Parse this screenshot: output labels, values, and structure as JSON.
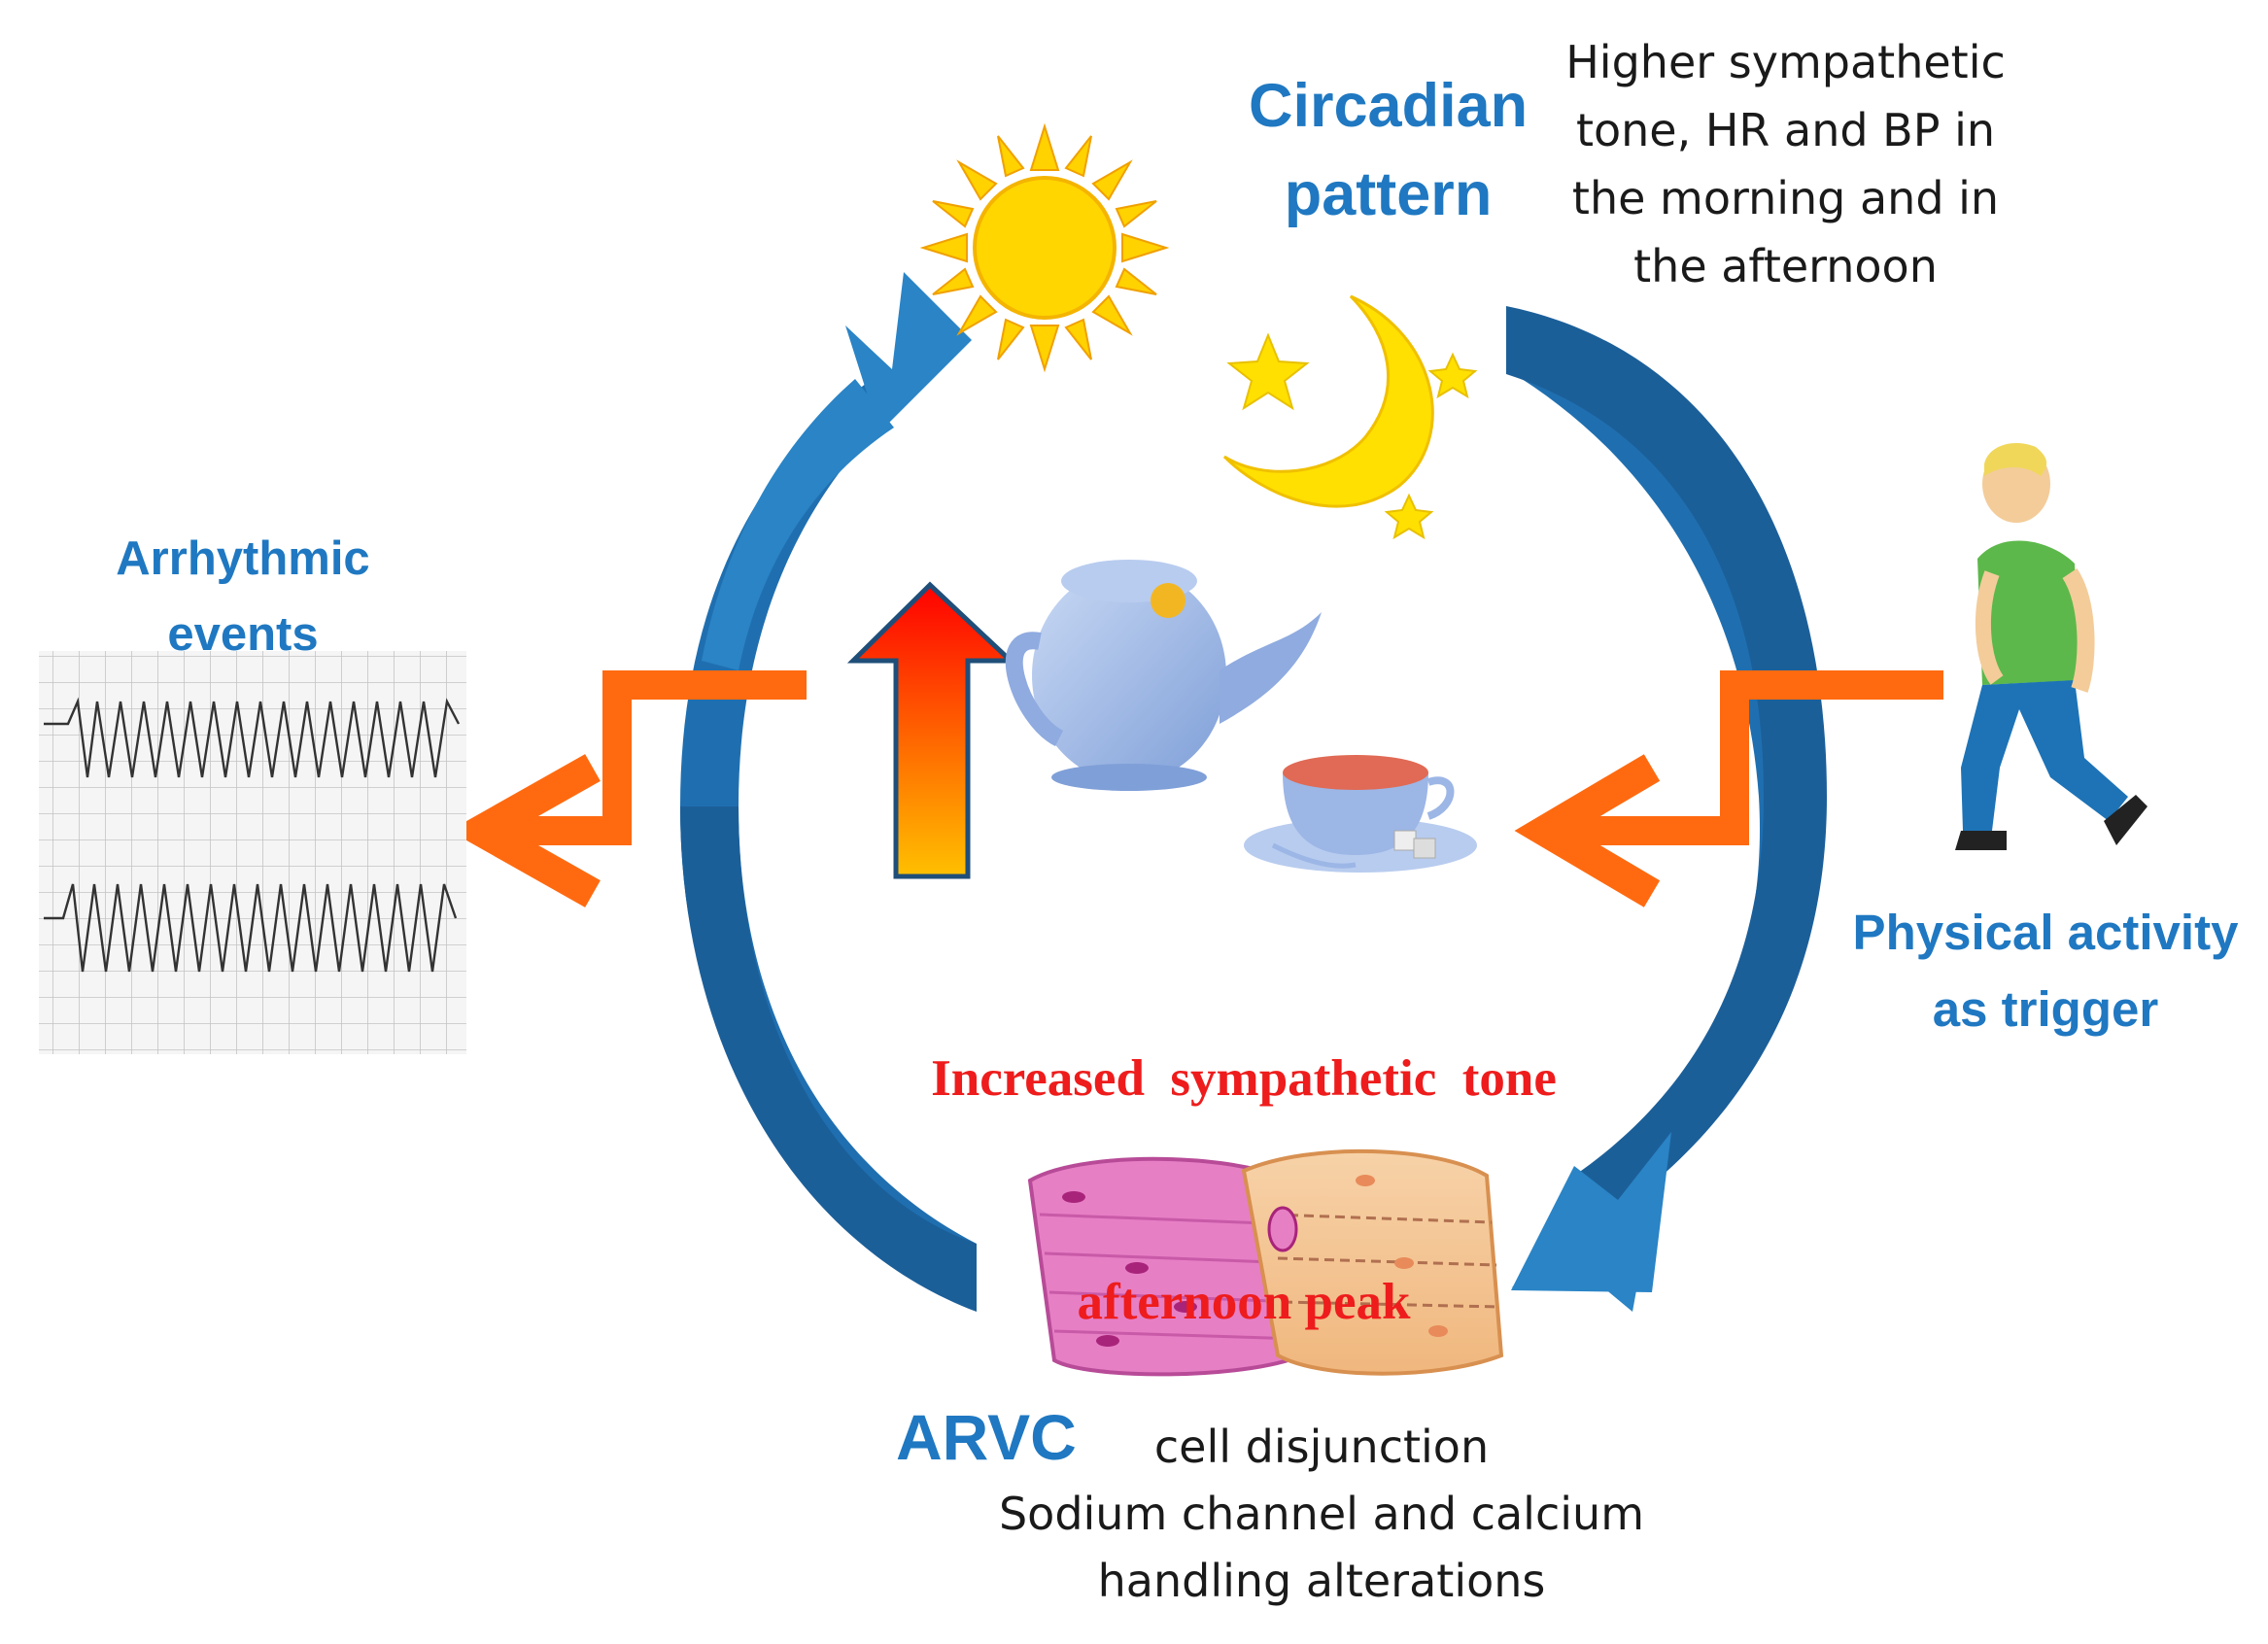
{
  "circadian": {
    "title_lines": [
      "Circadian",
      "pattern"
    ],
    "note_lines": [
      "Higher sympathetic",
      "tone, HR and BP in",
      "the morning and in",
      "the afternoon"
    ]
  },
  "arrhythmic": {
    "title_lines": [
      "Arrhythmic",
      "events"
    ]
  },
  "sympathetic": {
    "lines": [
      "Increased  sympathetic  tone",
      "afternoon peak"
    ]
  },
  "physical": {
    "title_lines": [
      "Physical activity",
      "as trigger"
    ]
  },
  "arvc": {
    "title": "ARVC",
    "note_lines": [
      "cell disjunction",
      "Sodium channel and calcium",
      "handling alterations"
    ]
  },
  "icons": [
    "sun-icon",
    "moon-icon",
    "star-icon",
    "teapot-icon",
    "teacup-icon",
    "walking-person-icon",
    "cardiomyocytes-icon",
    "ecg-strip-icon",
    "heat-up-arrow-icon"
  ],
  "colors": {
    "cycle_arrow": "#1f6fb0",
    "orange_arrow": "#ff6a10",
    "title_blue": "#1f78c1",
    "alert_red": "#ee1c1c",
    "sun": "#ffd200",
    "moon": "#ffe000"
  }
}
